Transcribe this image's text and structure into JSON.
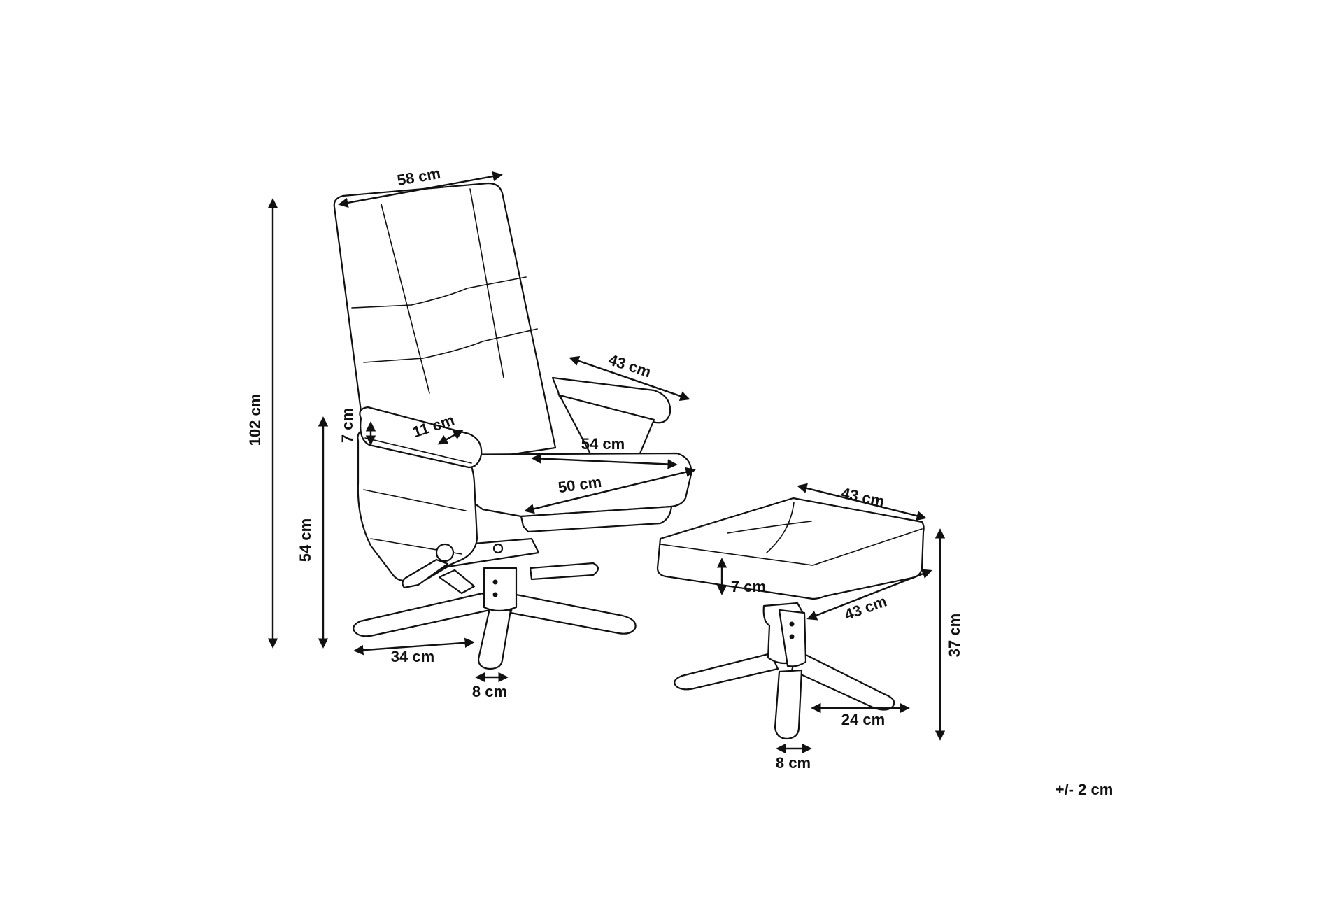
{
  "diagram": {
    "chair": {
      "backrest_width": "58 cm",
      "total_height": "102 cm",
      "armrest_height": "54 cm",
      "armrest_thickness": "7 cm",
      "armrest_width": "11 cm",
      "armrest_length": "43 cm",
      "seat_depth": "54 cm",
      "seat_width": "50 cm",
      "base_leg_length": "34 cm",
      "base_leg_width": "8 cm"
    },
    "ottoman": {
      "top_width": "43 cm",
      "top_depth": "43 cm",
      "cushion_thickness": "7 cm",
      "height": "37 cm",
      "base_leg_length": "24 cm",
      "base_leg_width": "8 cm"
    },
    "tolerance": "+/- 2 cm"
  }
}
